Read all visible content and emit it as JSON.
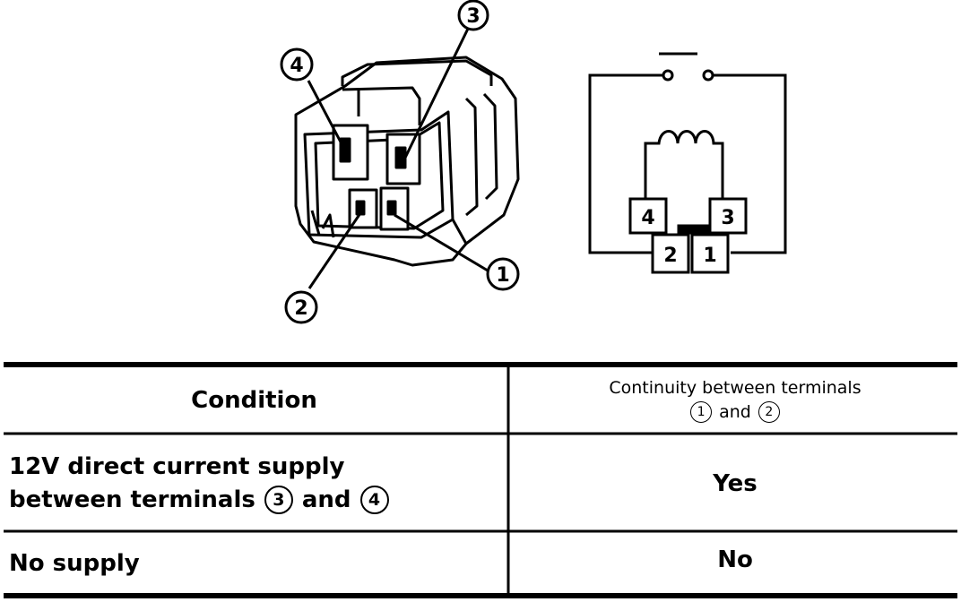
{
  "diagram": {
    "connector_callouts": [
      "4",
      "3",
      "2",
      "1"
    ],
    "circuit_terminals": [
      "4",
      "3",
      "2",
      "1"
    ]
  },
  "table": {
    "header_condition": "Condition",
    "header_continuity_line1": "Continuity between terminals",
    "header_continuity_term_a": "1",
    "header_continuity_and": "and",
    "header_continuity_term_b": "2",
    "row1_condition_line1": "12V direct current supply",
    "row1_condition_line2_prefix": "between terminals",
    "row1_term_a": "3",
    "row1_and": "and",
    "row1_term_b": "4",
    "row1_continuity": "Yes",
    "row2_condition": "No supply",
    "row2_continuity": "No"
  }
}
